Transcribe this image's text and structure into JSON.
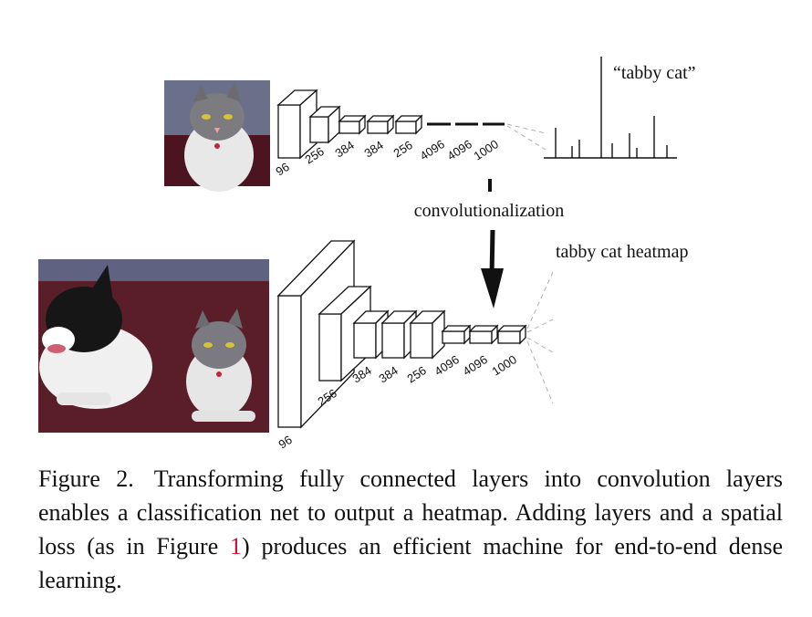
{
  "figure": {
    "top_labels": [
      "96",
      "256",
      "384",
      "384",
      "256",
      "4096",
      "4096",
      "1000"
    ],
    "bottom_labels": [
      "96",
      "256",
      "384",
      "384",
      "256",
      "4096",
      "4096",
      "1000"
    ],
    "output_label": "“tabby cat”",
    "arrow_label": "convolutionalization",
    "heatmap_label": "tabby cat heatmap",
    "colors": {
      "photo_bg": "#5a1e28",
      "cat_fur": "#e9e9e9",
      "heat_dash": "#b0b0b0"
    }
  },
  "caption": {
    "number": "Figure 2.",
    "text_before_ref": "Transforming fully connected layers into convolution layers enables a classification net to output a heatmap. Adding layers and a spatial loss (as in Figure ",
    "ref": "1",
    "text_after_ref": ") produces an efficient machine for end-to-end dense learning."
  }
}
